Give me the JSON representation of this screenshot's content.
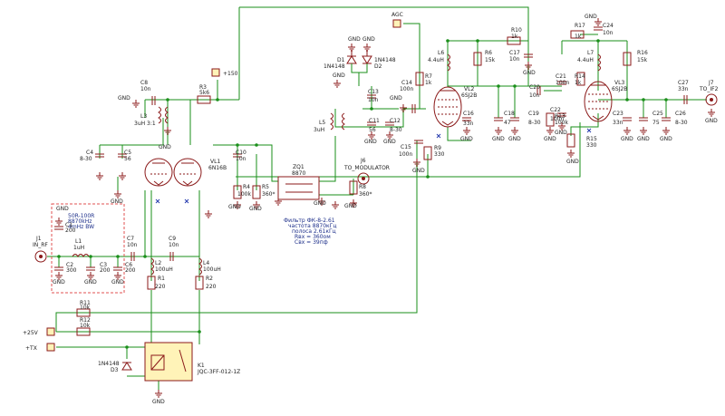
{
  "ports": {
    "agc": "AGC",
    "p150": "+150",
    "p25": "+25V",
    "ptx": "+TX"
  },
  "connectors": {
    "j1_ref": "J1",
    "j1_name": "IN_RF",
    "j6_ref": "J6",
    "j6_name": "TO_MODULATOR",
    "j7_ref": "J7",
    "j7_name": "TO_IF2"
  },
  "tubes": {
    "vl1_ref": "VL1",
    "vl1_val": "6N16B",
    "vl2_ref": "VL2",
    "vl2_val": "6SJ2B",
    "vl3_ref": "VL3",
    "vl3_val": "6SJ2B"
  },
  "filter_zq1": {
    "ref": "ZQ1",
    "val": "8870"
  },
  "relay": {
    "ref": "K1",
    "val": "JQC-3FF-012-1Z"
  },
  "input_filter_note": [
    "50R-100R",
    "8870kHz",
    "4mHz BW"
  ],
  "zq1_note": [
    "Фильтр ФК-8-2.61",
    "частота 8870кГц",
    "полоса 2.61кГц",
    "Rвх = 360ом",
    "Свх = 39пф"
  ],
  "parts": {
    "c1": "C1",
    "c1v": "200",
    "c2": "C2",
    "c2v": "300",
    "c3": "C3",
    "c3v": "200",
    "c4": "C4",
    "c4v": "8-30",
    "c5": "C5",
    "c5v": "56",
    "c6": "C6",
    "c6v": "200",
    "c7": "C7",
    "c7v": "10n",
    "c8": "C8",
    "c8v": "10n",
    "c9": "C9",
    "c9v": "10n",
    "c10": "C10",
    "c10v": "10n",
    "c11": "C11",
    "c11v": "56",
    "c12": "C12",
    "c12v": "8-30",
    "c13": "C13",
    "c13v": "10n",
    "c14": "C14",
    "c14v": "100n",
    "c15": "C15",
    "c15v": "100n",
    "c16": "C16",
    "c16v": "33n",
    "c17": "C17",
    "c17v": "10n",
    "c18": "C18",
    "c18v": "47",
    "c19": "C19",
    "c19v": "8-30",
    "c20": "C20",
    "c20v": "10n",
    "c21": "C21",
    "c21v": "100n",
    "c22": "C22",
    "c22v": "100n",
    "c23": "C23",
    "c23v": "33n",
    "c24": "C24",
    "c24v": "10n",
    "c25": "C25",
    "c25v": "75",
    "c26": "C26",
    "c26v": "8-30",
    "c27": "C27",
    "c27v": "33n",
    "l1": "L1",
    "l1v": "1uH",
    "l2": "L2",
    "l2v": "100uH",
    "l3": "L3",
    "l3v": "3uH 3:1",
    "l4": "L4",
    "l4v": "100uH",
    "l5": "L5",
    "l5v": "3uH",
    "l6": "L6",
    "l6v": "4.4uH",
    "l7": "L7",
    "l7v": "4.4uH",
    "r1": "R1",
    "r1v": "220",
    "r2": "R2",
    "r2v": "220",
    "r3": "R3",
    "r3v": "5k6",
    "r4": "R4",
    "r4v": "100k",
    "r5": "R5",
    "r5v": "360*",
    "r6": "R6",
    "r6v": "15k",
    "r7": "R7",
    "r7v": "1k",
    "r8": "R8",
    "r8v": "360*",
    "r9": "R9",
    "r9v": "330",
    "r10": "R10",
    "r10v": "1k",
    "r11": "R11",
    "r11v": "10k",
    "r12": "R12",
    "r12v": "10k",
    "r13": "R13",
    "r13v": "100k",
    "r14": "R14",
    "r14v": "1k",
    "r15": "R15",
    "r15v": "330",
    "r16": "R16",
    "r16v": "15k",
    "r17": "R17",
    "r17v": "1k",
    "d1": "D1",
    "d1v": "1N4148",
    "d2": "D2",
    "d2v": "1N4148",
    "d3": "D3",
    "d3v": "1N4148"
  },
  "gnd": "GND"
}
